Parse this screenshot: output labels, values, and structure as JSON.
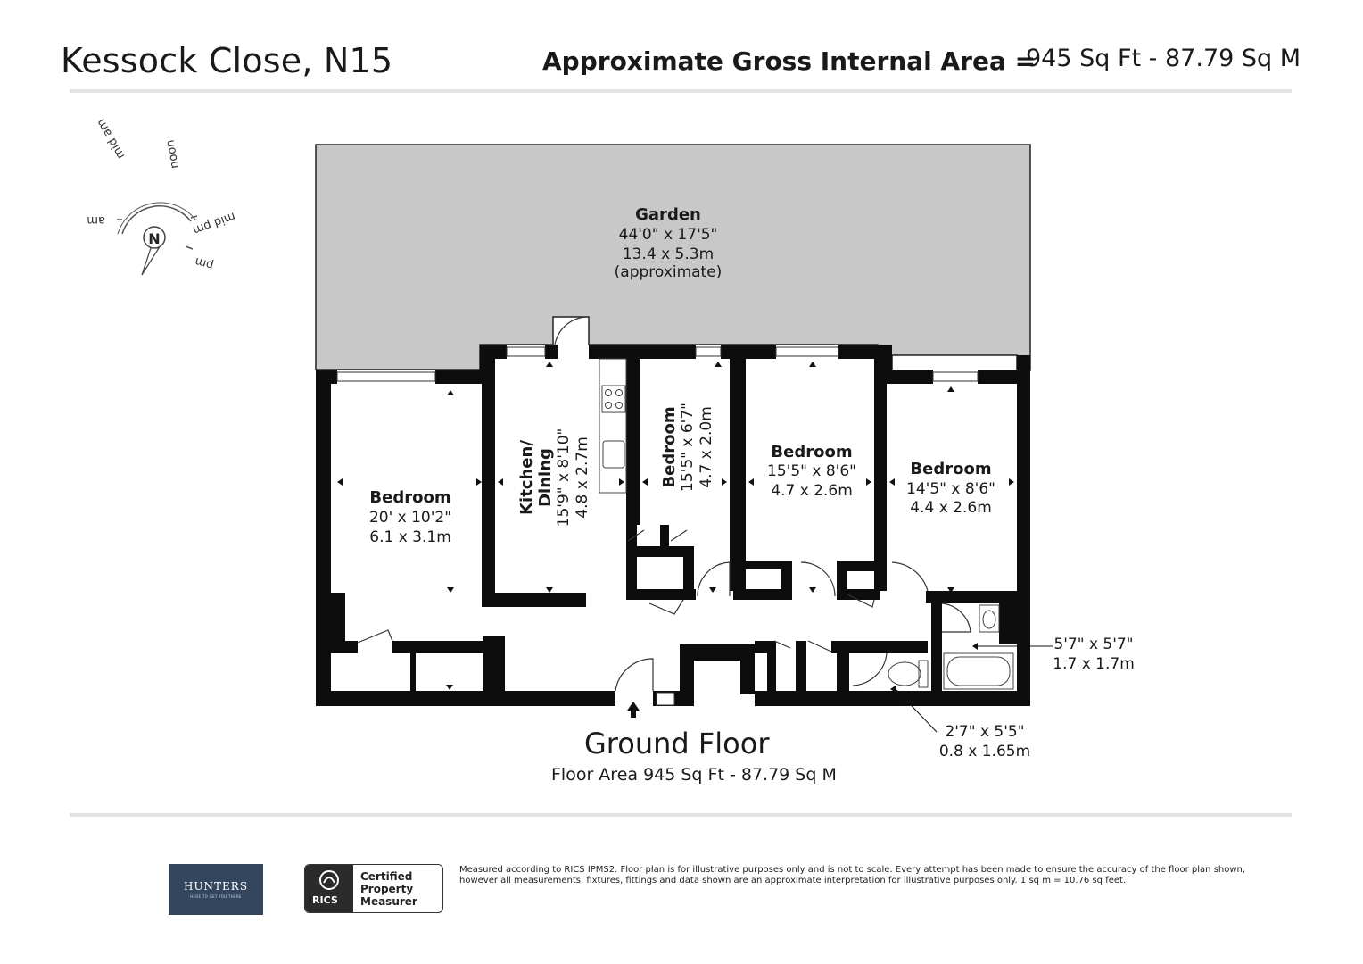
{
  "header": {
    "title": "Kessock Close, N15",
    "gia_label": "Approximate Gross Internal Area =",
    "gia_value": "945 Sq Ft - 87.79 Sq M"
  },
  "compass": {
    "north": "N",
    "labels": [
      "am",
      "mid am",
      "noon",
      "mid pm",
      "pm"
    ]
  },
  "rooms": {
    "garden": {
      "name": "Garden",
      "dim_imperial": "44'0\" x 17'5\"",
      "dim_metric": "13.4 x 5.3m",
      "note": "(approximate)"
    },
    "bedroom_1": {
      "name": "Bedroom",
      "dim_imperial": "20' x 10'2\"",
      "dim_metric": "6.1 x 3.1m"
    },
    "kitchen": {
      "name_line1": "Kitchen/",
      "name_line2": "Dining",
      "dim_imperial": "15'9\" x 8'10\"",
      "dim_metric": "4.8 x 2.7m"
    },
    "bedroom_2": {
      "name": "Bedroom",
      "dim_imperial": "15'5\" x 6'7\"",
      "dim_metric": "4.7 x 2.0m"
    },
    "bedroom_3": {
      "name": "Bedroom",
      "dim_imperial": "15'5\" x 8'6\"",
      "dim_metric": "4.7 x 2.6m"
    },
    "bedroom_4": {
      "name": "Bedroom",
      "dim_imperial": "14'5\" x 8'6\"",
      "dim_metric": "4.4 x 2.6m"
    },
    "bathroom": {
      "dim_imperial": "5'7\" x 5'7\"",
      "dim_metric": "1.7 x 1.7m"
    },
    "wc": {
      "dim_imperial": "2'7\" x 5'5\"",
      "dim_metric": "0.8 x 1.65m"
    }
  },
  "floor": {
    "title": "Ground Floor",
    "area": "Floor Area 945 Sq Ft - 87.79 Sq M"
  },
  "footer": {
    "hunters_name": "HUNTERS",
    "hunters_tagline": "HERE TO GET YOU THERE",
    "rics_text": "RICS",
    "rics_line1": "Certified",
    "rics_line2": "Property",
    "rics_line3": "Measurer",
    "disclaimer": "Measured according to RICS IPMS2. Floor plan is for illustrative purposes only and is not to scale. Every attempt has been made to ensure the accuracy of the floor plan shown, however all measurements, fixtures, fittings and data shown are an approximate interpretation for illustrative purposes only. 1 sq m = 10.76 sq feet."
  },
  "colors": {
    "wall": "#0d0d0d",
    "garden": "#c8c8c8",
    "text": "#1a1a1a",
    "hunters_bg": "#34465e"
  }
}
